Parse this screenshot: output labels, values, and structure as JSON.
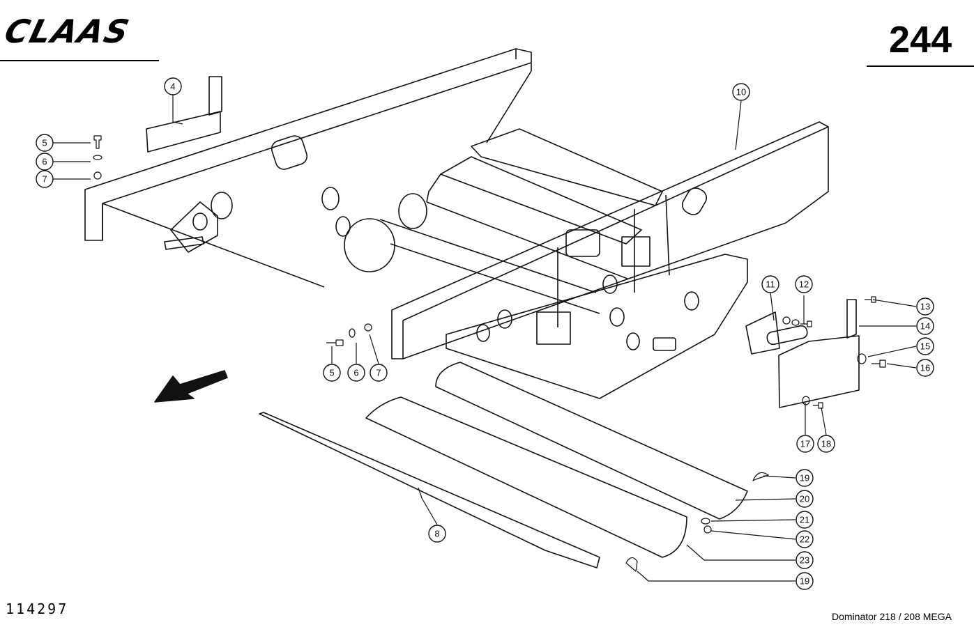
{
  "header": {
    "brand": "CLAAS",
    "page_number": "244"
  },
  "footer": {
    "drawing_number": "114297",
    "model": "Dominator 218 / 208 MEGA"
  },
  "callouts": [
    {
      "label": "4"
    },
    {
      "label": "5"
    },
    {
      "label": "6"
    },
    {
      "label": "7"
    },
    {
      "label": "10"
    },
    {
      "label": "5"
    },
    {
      "label": "6"
    },
    {
      "label": "7"
    },
    {
      "label": "11"
    },
    {
      "label": "12"
    },
    {
      "label": "13"
    },
    {
      "label": "14"
    },
    {
      "label": "15"
    },
    {
      "label": "16"
    },
    {
      "label": "17"
    },
    {
      "label": "18"
    },
    {
      "label": "19"
    },
    {
      "label": "20"
    },
    {
      "label": "21"
    },
    {
      "label": "22"
    },
    {
      "label": "23"
    },
    {
      "label": "8"
    },
    {
      "label": "19"
    }
  ]
}
